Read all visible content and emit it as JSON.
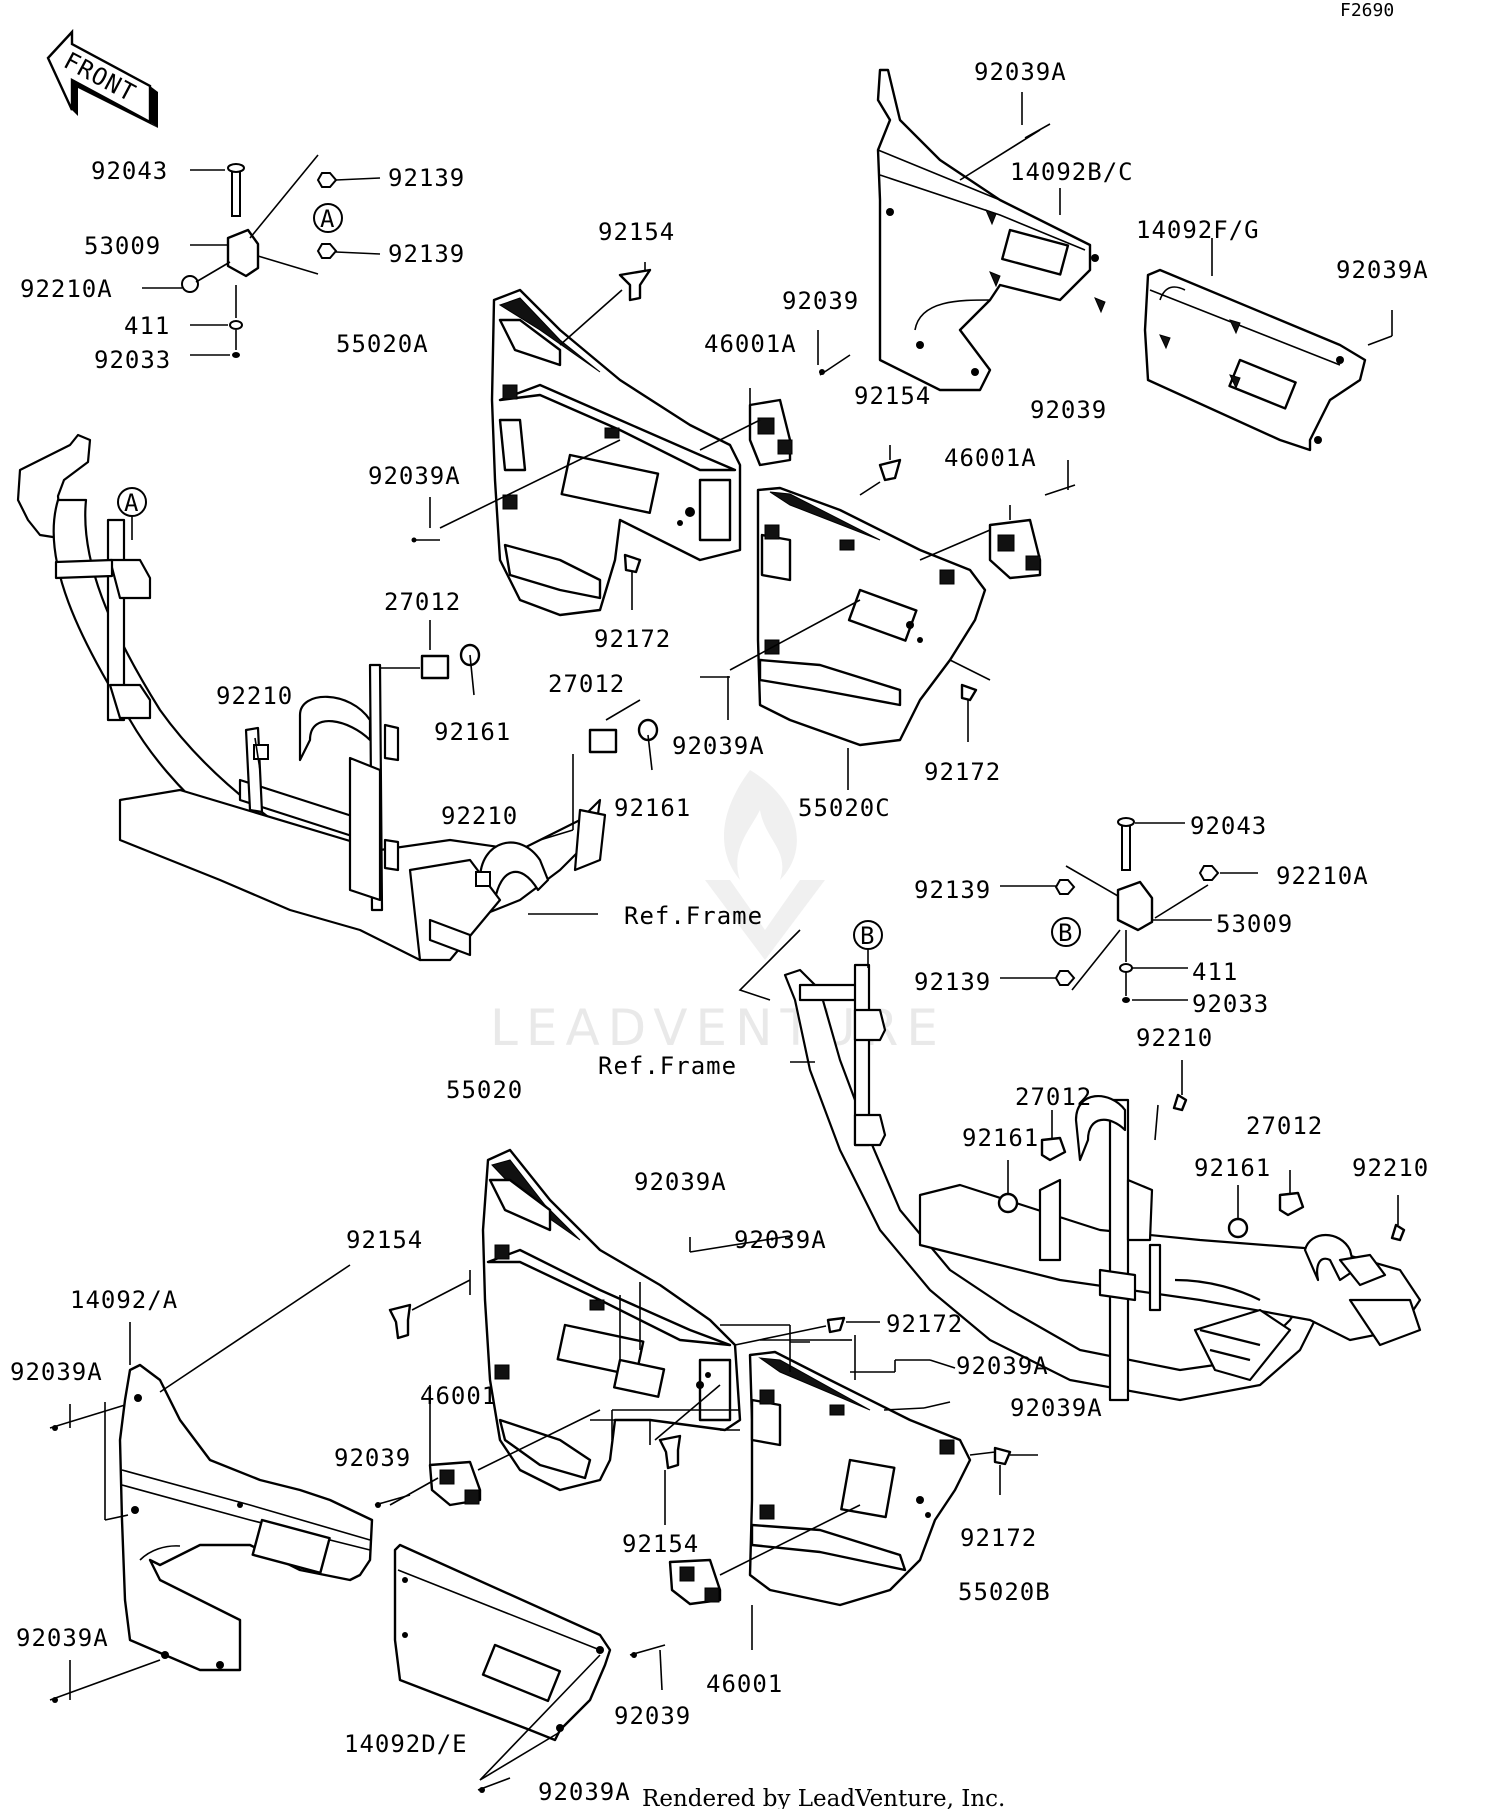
{
  "figure_code": "F2690",
  "front_arrow_label": "FRONT",
  "credit": "Rendered by LeadVenture, Inc.",
  "watermark": "LEADVENTURE",
  "callouts": {
    "a1": "A",
    "a2": "A",
    "b1": "B",
    "b2": "B"
  },
  "labels": {
    "l92043_tl": "92043",
    "l92139_tl1": "92139",
    "l53009_tl": "53009",
    "l92139_tl2": "92139",
    "l92210A_tl": "92210A",
    "l411_tl": "411",
    "l92033_tl": "92033",
    "l92154_t": "92154",
    "l55020A": "55020A",
    "l46001A_1": "46001A",
    "l92039_t1": "92039",
    "l92039A_t1": "92039A",
    "l14092BC": "14092B/C",
    "l14092FG": "14092F/G",
    "l92039A_tr": "92039A",
    "l92154_m": "92154",
    "l92039_t2": "92039",
    "l46001A_2": "46001A",
    "l92039A_ml": "92039A",
    "l92172_m1": "92172",
    "l27012_1": "27012",
    "l92210_1": "92210",
    "l92161_1": "92161",
    "l27012_2": "27012",
    "l92039A_m2": "92039A",
    "l92161_2": "92161",
    "l55020C": "55020C",
    "l92172_m2": "92172",
    "l92210_2": "92210",
    "ref_frame_1": "Ref.Frame",
    "l92043_r": "92043",
    "l92210A_r": "92210A",
    "l92139_r1": "92139",
    "l53009_r": "53009",
    "l92139_r2": "92139",
    "l411_r": "411",
    "l92033_r": "92033",
    "ref_frame_2": "Ref.Frame",
    "l92210_r1": "92210",
    "l27012_r1": "27012",
    "l92161_r1": "92161",
    "l27012_r2": "27012",
    "l92161_r2": "92161",
    "l92210_r2": "92210",
    "l55020": "55020",
    "l92039A_b1": "92039A",
    "l92154_b1": "92154",
    "l92039A_b2": "92039A",
    "l14092A": "14092/A",
    "l92172_b1": "92172",
    "l92039A_bl": "92039A",
    "l92039A_b3": "92039A",
    "l46001_1": "46001",
    "l92039A_b4": "92039A",
    "l92039_b1": "92039",
    "l92154_b2": "92154",
    "l92172_b2": "92172",
    "l55020B": "55020B",
    "l92039A_bl2": "92039A",
    "l46001_2": "46001",
    "l14092DE": "14092D/E",
    "l92039_b2": "92039",
    "l92039A_bot": "92039A"
  }
}
